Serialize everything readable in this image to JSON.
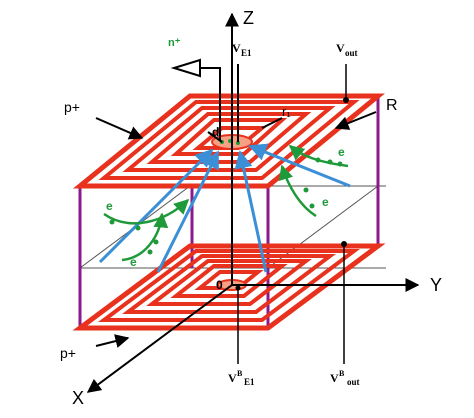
{
  "axes": {
    "z": "Z",
    "y": "Y",
    "x": "X",
    "origin": "0"
  },
  "labels": {
    "n_plus": "n⁺",
    "p_plus_top": "p+",
    "p_plus_bottom": "p+",
    "r_label": "R",
    "r1_label": "r₁",
    "d_label": "d",
    "electron": "e"
  },
  "terminals": {
    "ve1_main": "V",
    "ve1_sub": "E1",
    "vout_main": "V",
    "vout_sub": "out",
    "vbe1_main": "V",
    "vbe1_sup": "B",
    "vbe1_sub": "E1",
    "vbout_main": "V",
    "vbout_sup": "B",
    "vbout_sub": "out"
  },
  "colors": {
    "spiral": "#e8321e",
    "pillar": "#8b1a8b",
    "arrow_blue": "#3a8fd6",
    "electron_green": "#1f9a3a",
    "axis": "#000000",
    "n_plus": "#1f9a3a"
  }
}
